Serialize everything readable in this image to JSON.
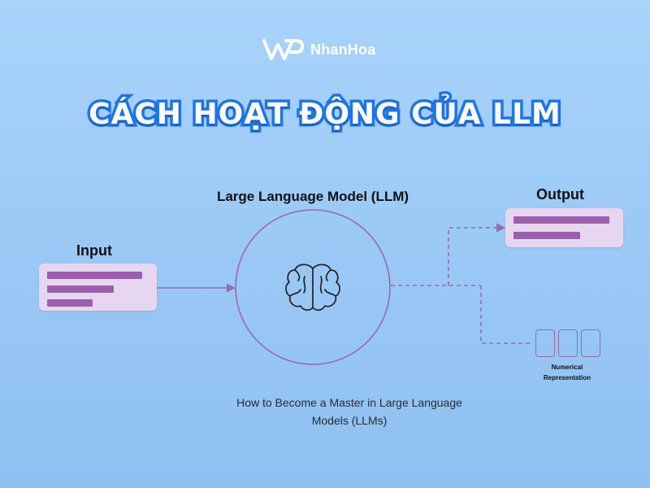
{
  "brand": {
    "name": "NhanHoa",
    "logo_icon": "nhanhoa-logo-icon"
  },
  "headline": "CÁCH HOẠT ĐỘNG CỦA LLM",
  "diagram": {
    "model_title": "Large Language Model (LLM)",
    "input_label": "Input",
    "output_label": "Output",
    "numerical_label_line1": "Numerical",
    "numerical_label_line2": "Representation",
    "center_icon": "brain-icon"
  },
  "caption": {
    "line1": "How to Become a Master in Large Language",
    "line2": "Models (LLMs)"
  },
  "colors": {
    "background": "#9ccaf7",
    "headline_fill": "#ffffff",
    "headline_stroke": "#1e74ea",
    "panel": "#e7d6f0",
    "bar": "#9b5fae",
    "line": "#9b6aa8"
  }
}
